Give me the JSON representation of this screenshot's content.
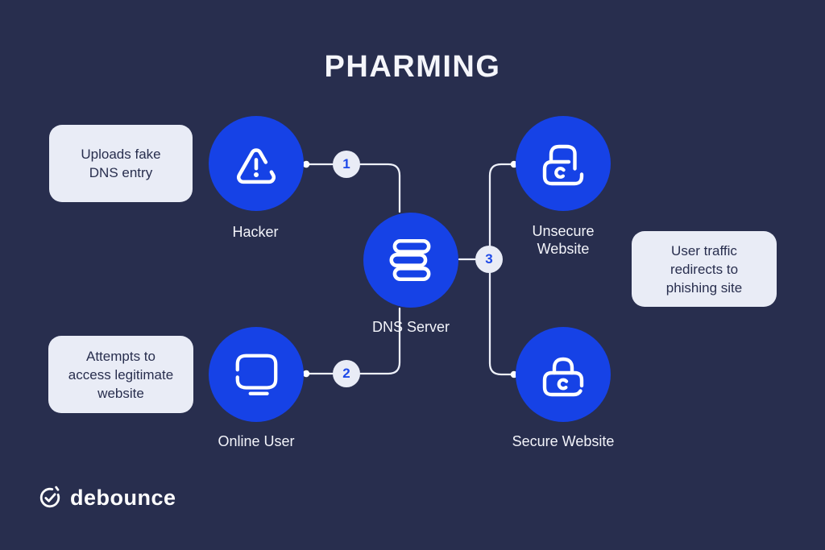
{
  "title": "PHARMING",
  "colors": {
    "background": "#282e4e",
    "node_blue": "#1642e6",
    "panel_light": "#e9ecf6",
    "line": "#eef1fa",
    "badge_number_blue": "#1d49e8",
    "text_light": "#f3f4fa",
    "text_dark": "#282e4e"
  },
  "callouts": {
    "uploads": {
      "text": "Uploads fake\nDNS entry"
    },
    "attempts": {
      "text": "Attempts to\naccess legitimate\nwebsite"
    },
    "redirects": {
      "text": "User traffic\nredirects to\nphishing site"
    }
  },
  "nodes": {
    "hacker": {
      "label": "Hacker",
      "icon": "warning-triangle-icon"
    },
    "dns_server": {
      "label": "DNS Server",
      "icon": "server-stack-icon"
    },
    "online_user": {
      "label": "Online User",
      "icon": "monitor-icon"
    },
    "unsecure_website": {
      "label": "Unsecure\nWebsite",
      "icon": "unlocked-padlock-icon"
    },
    "secure_website": {
      "label": "Secure Website",
      "icon": "locked-padlock-icon"
    }
  },
  "steps": {
    "one": "1",
    "two": "2",
    "three": "3"
  },
  "logo": {
    "text": "debounce",
    "icon": "circled-checkmark-icon"
  }
}
